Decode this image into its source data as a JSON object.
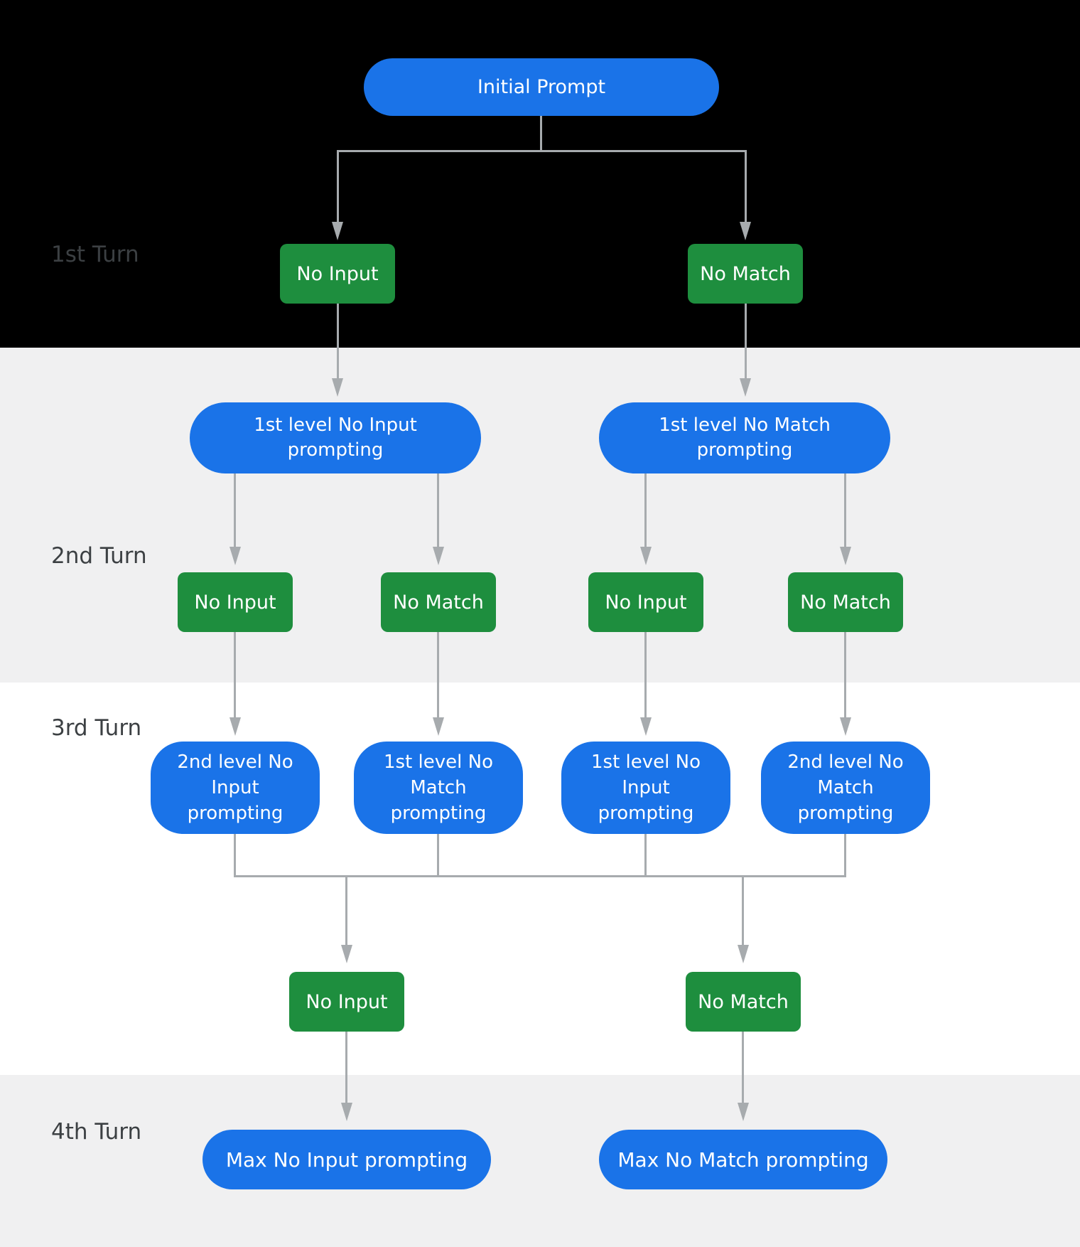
{
  "diagram": {
    "description": "Re-prompting flow diagram across four conversation turns",
    "initial_node": "Initial Prompt",
    "turn_labels": [
      "1st Turn",
      "2nd Turn",
      "3rd Turn",
      "4th Turn"
    ],
    "turn1_boxes": [
      "No Input",
      "No Match"
    ],
    "level1_pills": [
      "1st level No Input prompting",
      "1st level No Match prompting"
    ],
    "turn2_boxes": [
      "No Input",
      "No Match",
      "No Input",
      "No Match"
    ],
    "level2_pills": [
      "2nd level No Input prompting",
      "1st level No Match prompting",
      "1st level No Input prompting",
      "2nd level No Match prompting"
    ],
    "turn3_boxes": [
      "No Input",
      "No Match"
    ],
    "max_pills": [
      "Max No Input prompting",
      "Max No Match prompting"
    ],
    "colors": {
      "pill_blue": "#1a73e8",
      "box_green": "#1e8e3e",
      "node_text": "#ffffff",
      "connector_gray": "#a7abae",
      "turn_label_gray": "#3c4043",
      "band_top": "#000000",
      "band_alt_gray": "#f0f0f1",
      "band_white": "#ffffff"
    }
  }
}
